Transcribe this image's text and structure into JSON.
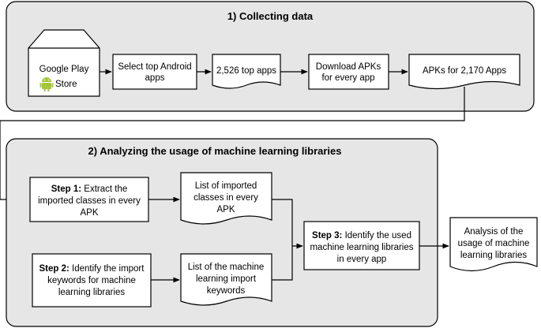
{
  "panel1": {
    "title": "1) Collecting data",
    "store": {
      "line1": "Google Play",
      "line2": "Store"
    },
    "select": {
      "line1": "Select top Android",
      "line2": "apps"
    },
    "top_apps": "2,526 top apps",
    "download": {
      "line1": "Download APKs",
      "line2": "for every app"
    },
    "apks": "APKs for 2,170 Apps"
  },
  "panel2": {
    "title": "2) Analyzing the usage of machine learning libraries",
    "step1": {
      "bold": "Step 1:",
      "line1": " Extract the",
      "line2": "imported classes in every",
      "line3": "APK"
    },
    "classes_list": {
      "line1": "List of imported",
      "line2": "classes in every",
      "line3": "APK"
    },
    "step2": {
      "bold": "Step 2:",
      "line1": " Identify the import",
      "line2": "keywords for machine",
      "line3": "learning libraries"
    },
    "keywords_list": {
      "line1": "List of the machine",
      "line2": "learning import",
      "line3": "keywords"
    },
    "step3": {
      "bold": "Step 3:",
      "line1": " Identify the used",
      "line2": "machine learning libraries",
      "line3": "in every app"
    }
  },
  "result": {
    "line1": "Analysis of the",
    "line2": "usage of machine",
    "line3": "learning libraries"
  },
  "colors": {
    "panel_fill": "#e6e6e6",
    "stroke": "#000000",
    "android_green": "#a4c639"
  }
}
